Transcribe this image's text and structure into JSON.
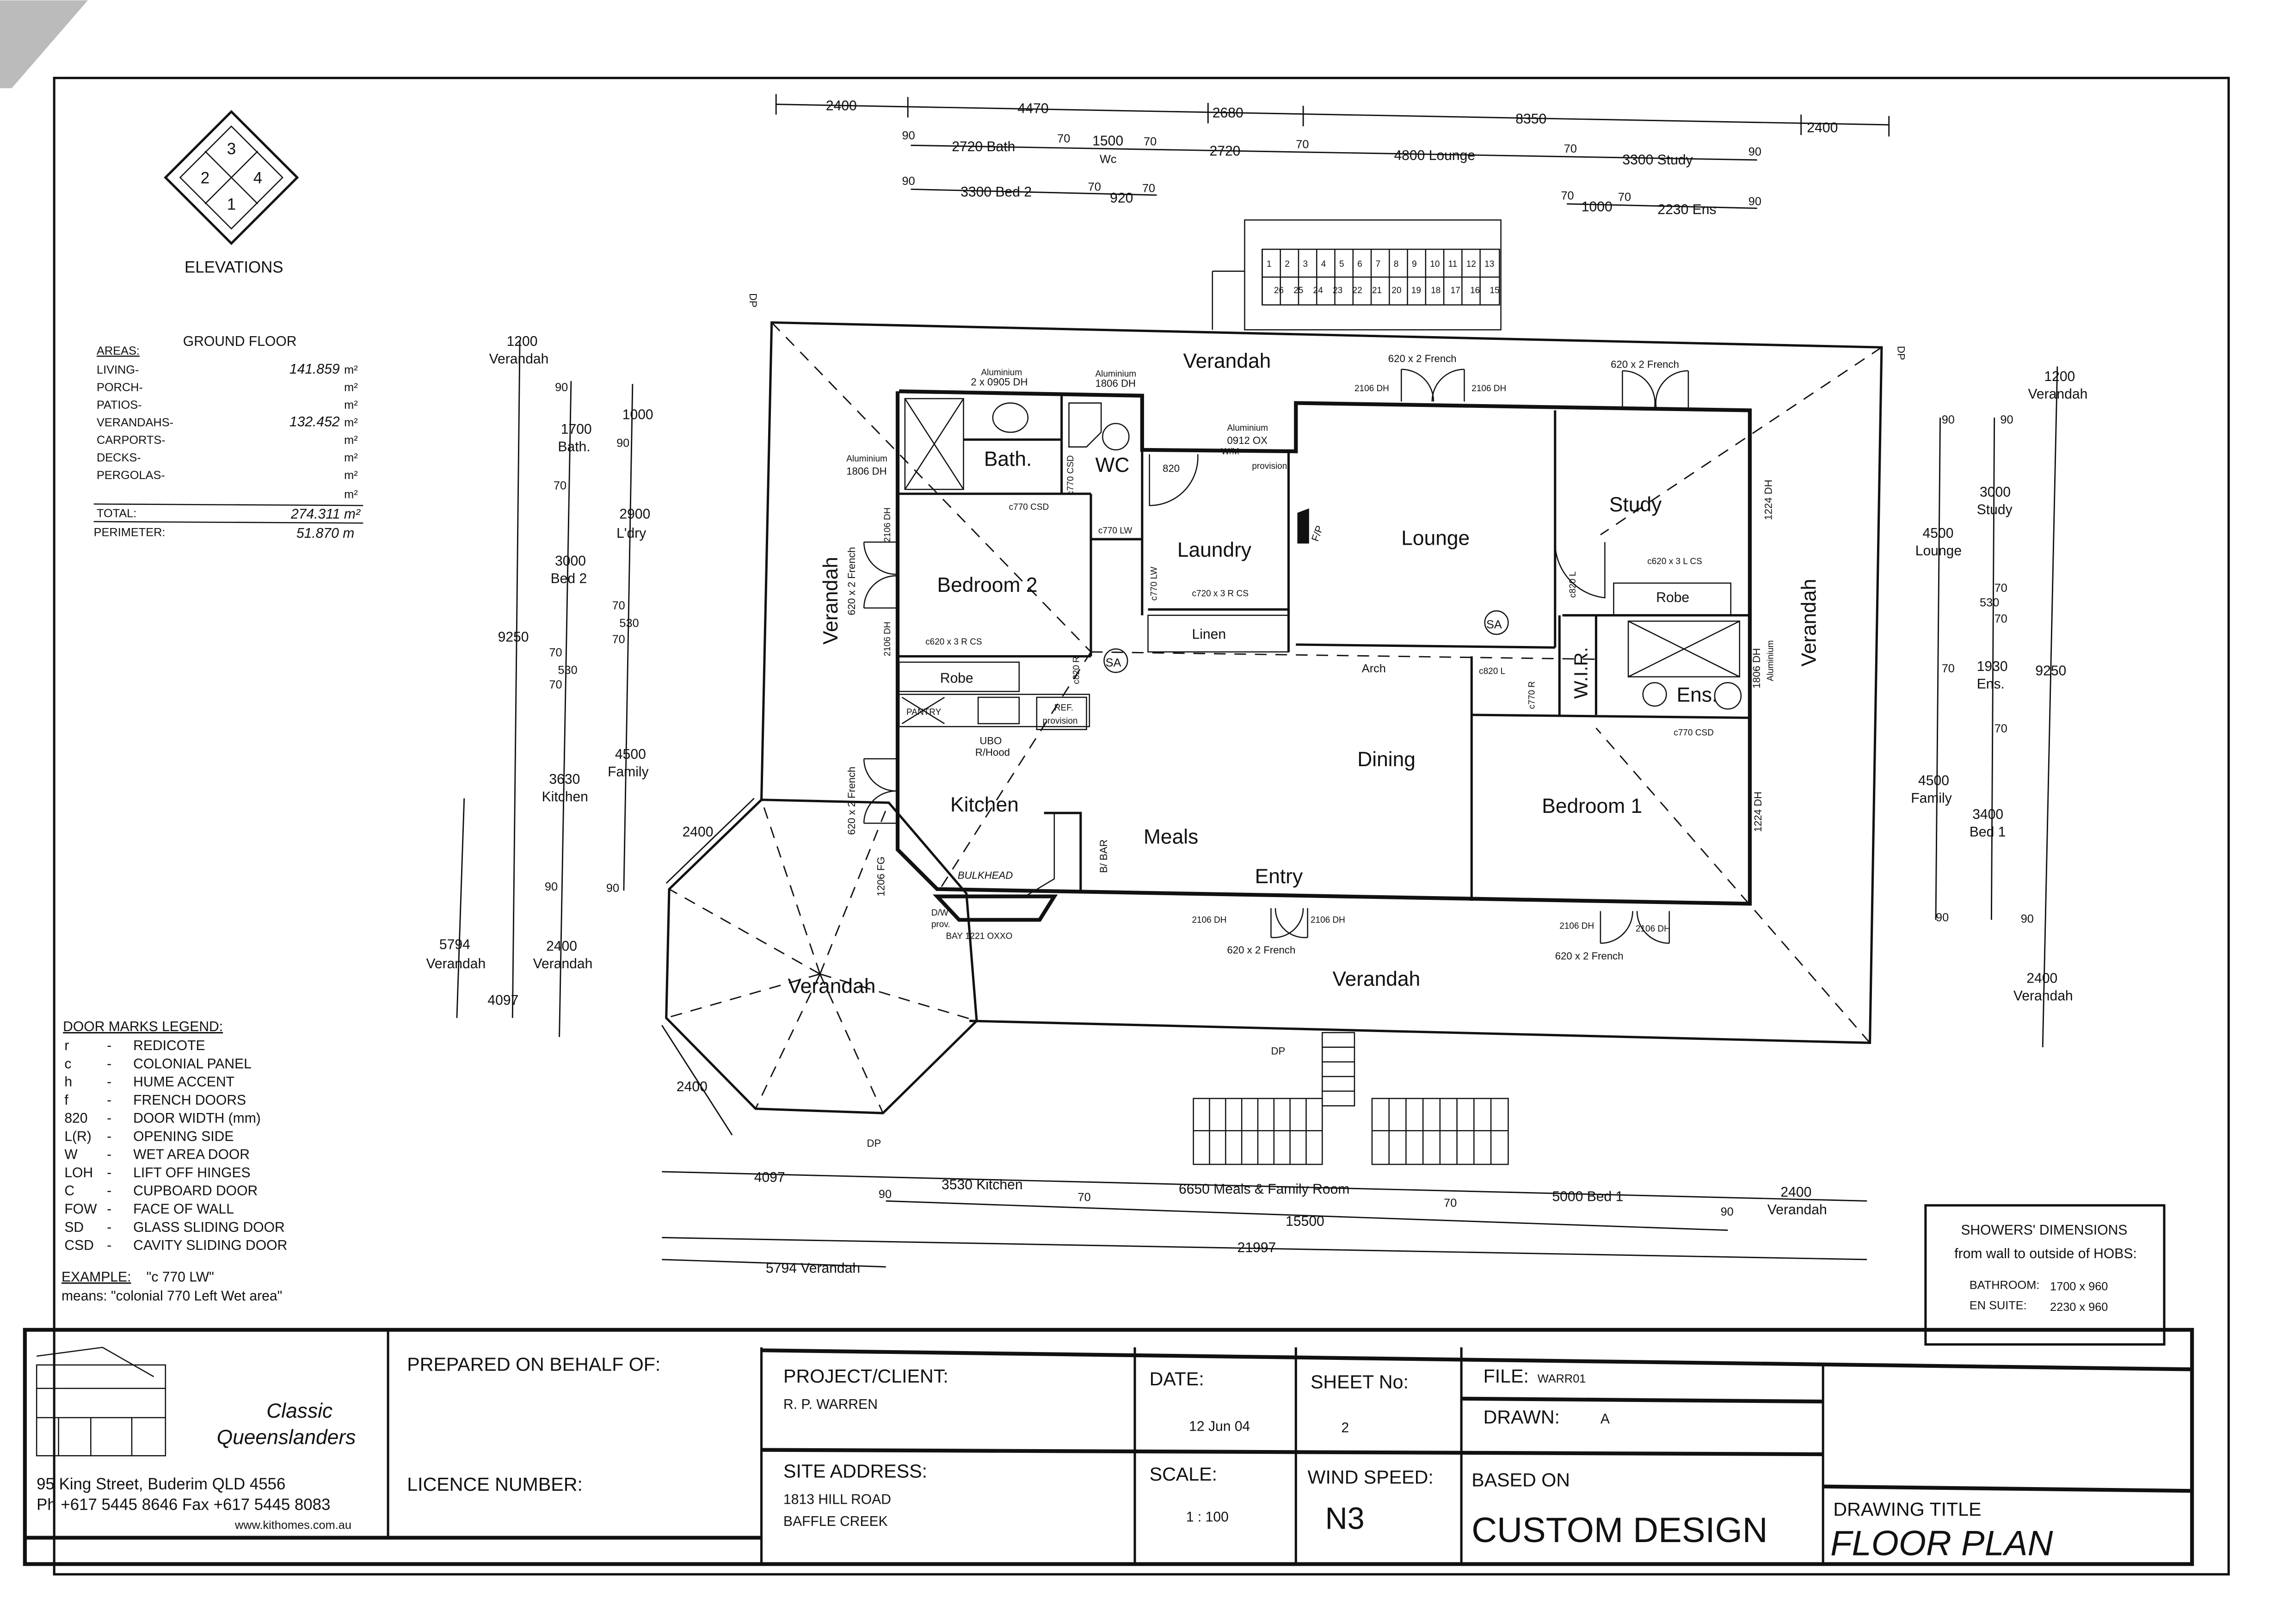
{
  "elevations": {
    "label": "ELEVATIONS",
    "numbers": [
      "1",
      "2",
      "3",
      "4"
    ]
  },
  "areas": {
    "heading": "AREAS:",
    "floor": "GROUND FLOOR",
    "rows": [
      {
        "label": "LIVING-",
        "value": "141.859",
        "unit": "m²"
      },
      {
        "label": "PORCH-",
        "value": "",
        "unit": "m²"
      },
      {
        "label": "PATIOS-",
        "value": "",
        "unit": "m²"
      },
      {
        "label": "VERANDAHS-",
        "value": "132.452",
        "unit": "m²"
      },
      {
        "label": "CARPORTS-",
        "value": "",
        "unit": "m²"
      },
      {
        "label": "DECKS-",
        "value": "",
        "unit": "m²"
      },
      {
        "label": "PERGOLAS-",
        "value": "",
        "unit": "m²"
      },
      {
        "label": "",
        "value": "",
        "unit": "m²"
      }
    ],
    "total_label": "TOTAL:",
    "total": "274.311 m²",
    "perimeter_label": "PERIMETER:",
    "perimeter": "51.870 m"
  },
  "legend": {
    "title": "DOOR MARKS LEGEND:",
    "items": [
      {
        "code": "r",
        "meaning": "REDICOTE"
      },
      {
        "code": "c",
        "meaning": "COLONIAL PANEL"
      },
      {
        "code": "h",
        "meaning": "HUME ACCENT"
      },
      {
        "code": "f",
        "meaning": "FRENCH DOORS"
      },
      {
        "code": "820",
        "meaning": "DOOR WIDTH (mm)"
      },
      {
        "code": "L(R)",
        "meaning": "OPENING SIDE"
      },
      {
        "code": "W",
        "meaning": "WET AREA DOOR"
      },
      {
        "code": "LOH",
        "meaning": "LIFT OFF HINGES"
      },
      {
        "code": "C",
        "meaning": "CUPBOARD DOOR"
      },
      {
        "code": "FOW",
        "meaning": "FACE OF WALL"
      },
      {
        "code": "SD",
        "meaning": "GLASS SLIDING DOOR"
      },
      {
        "code": "CSD",
        "meaning": "CAVITY SLIDING DOOR"
      }
    ],
    "dash": "-",
    "example_label": "EXAMPLE:",
    "example_code": "\"c 770 LW\"",
    "example_meaning": "means: \"colonial 770 Left Wet area\""
  },
  "showers": {
    "title": "SHOWERS' DIMENSIONS",
    "subtitle": "from wall to outside of HOBS:",
    "rows": [
      {
        "label": "BATHROOM:",
        "value": "1700 x 960"
      },
      {
        "label": "EN SUITE:",
        "value": "2230 x 960"
      }
    ]
  },
  "rooms": {
    "bath": "Bath.",
    "wc": "WC",
    "laundry": "Laundry",
    "lounge": "Lounge",
    "study": "Study",
    "bedroom2": "Bedroom 2",
    "kitchen": "Kitchen",
    "meals": "Meals",
    "dining": "Dining",
    "entry": "Entry",
    "bedroom1": "Bedroom 1",
    "ens": "Ens.",
    "wir": "W.I.R.",
    "robe": "Robe",
    "robe_study": "Robe",
    "linen": "Linen",
    "pantry": "PANTRY",
    "ref": "REF.",
    "ref2": "provision",
    "verandah": "Verandah",
    "arch": "Arch",
    "bulkhead": "BULKHEAD",
    "bar": "B/ BAR",
    "ubo": "UBO",
    "rhood": "R/Hood",
    "dw": "D/W",
    "dw2": "prov.",
    "wm": "W/M",
    "wm2": "provision",
    "fp": "F/P",
    "sa": "SA",
    "dp": "DP"
  },
  "openings": {
    "alu": "Aluminium",
    "w_bath": "2 x 0905 DH",
    "w_wc": "1806 DH",
    "w_ldry": "0912 OX",
    "w_bed2_left": "1806 DH",
    "w_2106": "2106 DH",
    "w_2106b": "2106 DH",
    "f_bed2": "620 x 2 French",
    "f_kitchen": "620 x 2 French",
    "f_lounge": "620 x 2 French",
    "f_study": "620 x 2 French",
    "f_entry": "620 x 2 French",
    "f_bed1": "620 x 2 French",
    "d_2106": "2106 DH",
    "fg": "1206 FG",
    "bay": "BAY 1221 OXXO",
    "w_study": "1224 DH",
    "w_ens": "1806 DH",
    "w_bed1": "1224 DH",
    "c770csd": "c770 CSD",
    "c770csd2": "c770 CSD",
    "c770lw": "c770 LW",
    "c770lw2": "c770 LW",
    "c770csd_ens": "c770 CSD",
    "c820": "820",
    "c620r": "c620 x 3 R CS",
    "c720r": "c720 x 3 R CS",
    "c620l": "c620 x 3 L CS",
    "c820r": "c820 R",
    "c820l": "c820 L",
    "c820l2": "c820 L",
    "c770r": "c770 R"
  },
  "dims": {
    "top1": [
      "2400",
      "4470",
      "2680",
      "8350",
      "2400"
    ],
    "top2": [
      "90",
      "2720 Bath",
      "70",
      "1500",
      "Wc",
      "70",
      "2720",
      "70",
      "4800 Lounge",
      "70",
      "3300 Study",
      "90"
    ],
    "top3": [
      "90",
      "3300 Bed 2",
      "70",
      "920",
      "70"
    ],
    "top4": [
      "70",
      "1000",
      "70",
      "2230 Ens",
      "90"
    ],
    "bottom1": [
      "4097",
      "90",
      "3530 Kitchen",
      "70",
      "6650 Meals & Family Room",
      "70",
      "5000 Bed 1",
      "90",
      "2400",
      "Verandah"
    ],
    "bottom2": "15500",
    "bottom3": "21997",
    "bottom4": "5794 Verandah",
    "left_a": [
      "1200",
      "Verandah",
      "9250",
      "4097",
      "5794",
      "Verandah"
    ],
    "left_b": [
      "90",
      "1700",
      "Bath.",
      "70",
      "3000",
      "Bed 2",
      "70",
      "530",
      "70",
      "3630",
      "Kitchen",
      "90",
      "2400",
      "Verandah"
    ],
    "left_c": [
      "1000",
      "90",
      "2900",
      "L'dry",
      "70",
      "530",
      "70",
      "4500",
      "Family",
      "90"
    ],
    "right_a": [
      "90",
      "4500",
      "Lounge",
      "70",
      "4500",
      "Family",
      "90"
    ],
    "right_b": [
      "90",
      "3000",
      "Study",
      "70",
      "530",
      "70",
      "1930",
      "Ens.",
      "70",
      "3400",
      "Bed 1",
      "90"
    ],
    "right_c": [
      "1200",
      "Verandah",
      "9250",
      "2400",
      "Verandah"
    ],
    "bay": [
      "2400",
      "2400"
    ],
    "stairs_top": [
      "1",
      "2",
      "3",
      "4",
      "5",
      "6",
      "7",
      "8",
      "9",
      "10",
      "11",
      "12",
      "13"
    ],
    "stairs_bottom": [
      "26",
      "25",
      "24",
      "23",
      "22",
      "21",
      "20",
      "19",
      "18",
      "17",
      "16",
      "15"
    ]
  },
  "title_block": {
    "brand1": "Classic",
    "brand2": "Queenslanders",
    "address": "95 King Street, Buderim QLD 4556",
    "phone": "Ph +617 5445 8646  Fax +617 5445 8083",
    "web": "www.kithomes.com.au",
    "prepared_label": "PREPARED ON BEHALF OF:",
    "licence_label": "LICENCE NUMBER:",
    "project_label": "PROJECT/CLIENT:",
    "project": "R. P. WARREN",
    "site_label": "SITE ADDRESS:",
    "site1": "1813 HILL ROAD",
    "site2": "BAFFLE CREEK",
    "date_label": "DATE:",
    "date": "12 Jun 04",
    "sheet_label": "SHEET No:",
    "sheet": "2",
    "scale_label": "SCALE:",
    "scale": "1 : 100",
    "wind_label": "WIND SPEED:",
    "wind": "N3",
    "file_label": "FILE:",
    "file": "WARR01",
    "drawn_label": "DRAWN:",
    "drawn": "A",
    "based_label": "BASED ON",
    "based": "CUSTOM DESIGN",
    "title_label": "DRAWING TITLE",
    "title": "FLOOR PLAN"
  }
}
